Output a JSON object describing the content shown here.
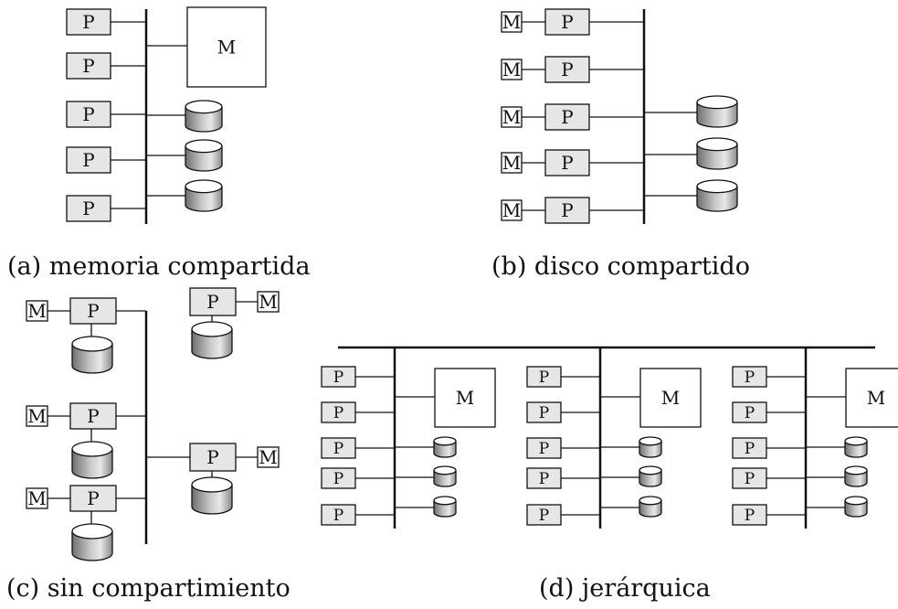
{
  "labels": {
    "processor": "P",
    "memory": "M"
  },
  "captions": {
    "a": "(a) memoria compartida",
    "b": "(b) disco compartido",
    "c": "(c) sin compartimiento",
    "d": "(d) jerárquica"
  },
  "colors": {
    "processor_fill": "#e6e6e6",
    "stroke": "#111111",
    "disk_top": "#ffffff",
    "disk_body_dark": "#7a7a7a",
    "disk_body_light": "#e2e2e2",
    "background": "#ffffff"
  }
}
